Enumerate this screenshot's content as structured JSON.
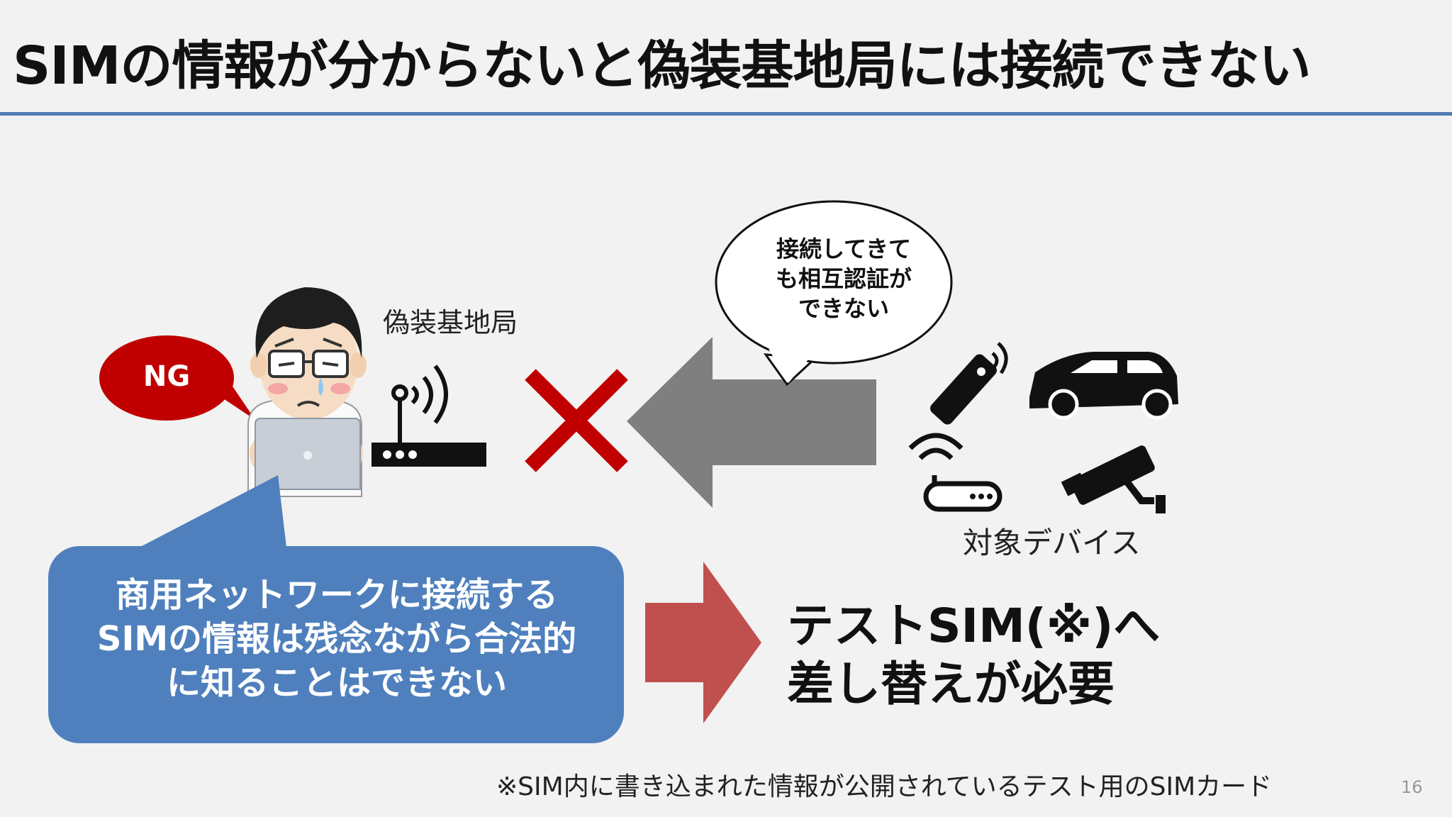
{
  "slide": {
    "title": "SIMの情報が分からないと偽装基地局には接続できない",
    "page_number": "16"
  },
  "labels": {
    "fake_base_station": "偽装基地局",
    "target_devices": "対象デバイス",
    "ng": "NG"
  },
  "speech_bubble": {
    "lines": [
      "接続してきて",
      "も相互認証が",
      "できない"
    ]
  },
  "callout": {
    "lines": [
      "商用ネットワークに接続する",
      "SIMの情報は残念ながら合法的",
      "に知ることはできない"
    ]
  },
  "result": {
    "lines": [
      "テストSIM(※)へ",
      "差し替えが必要"
    ]
  },
  "footnote": "※SIM内に書き込まれた情報が公開されているテスト用のSIMカード",
  "colors": {
    "title_rule": "#4f7cb3",
    "callout_bg": "#4f80bd",
    "ng_bubble": "#c00000",
    "cross": "#c00000",
    "gray_arrow": "#7f7f7f",
    "red_arrow": "#c0504d"
  }
}
